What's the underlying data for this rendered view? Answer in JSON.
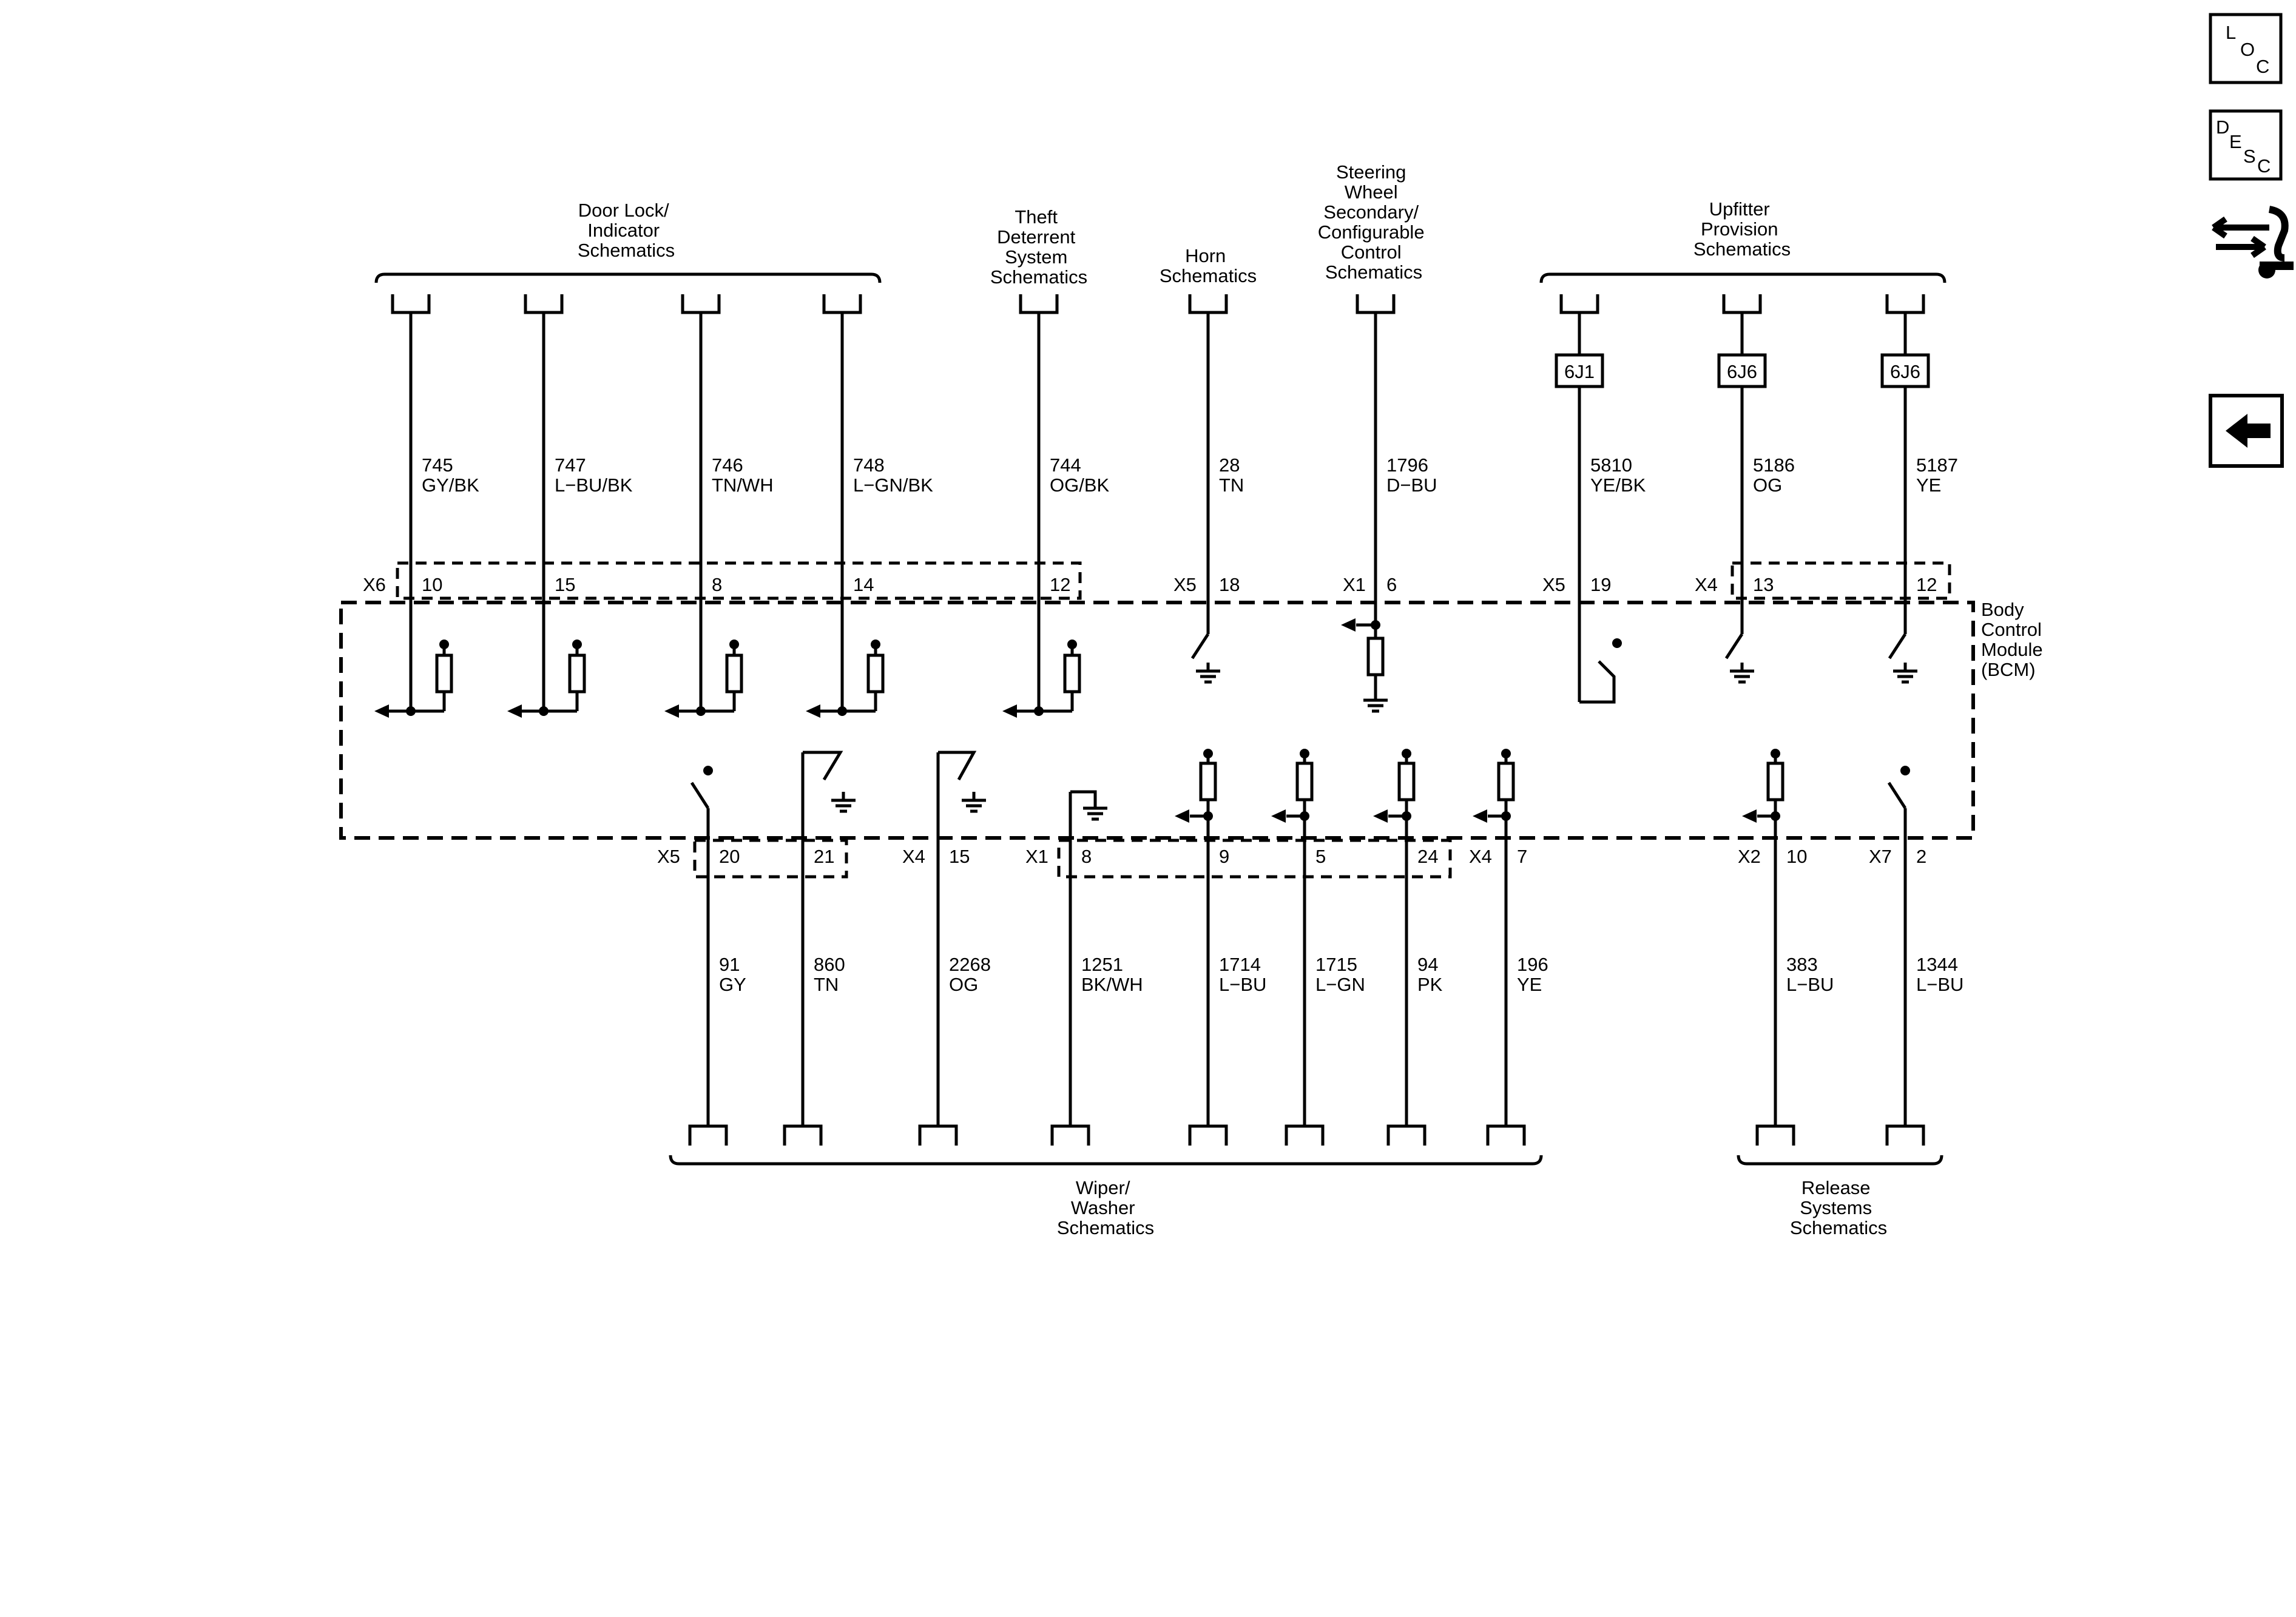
{
  "colors": {
    "line": "#000000",
    "background": "#ffffff"
  },
  "nav": {
    "loc": [
      "L",
      "O",
      "C"
    ],
    "desc": [
      "D",
      "E",
      "S",
      "C"
    ],
    "connector_icon": "connector-wrench-icon",
    "back_icon": "back-arrow-icon"
  },
  "top_groups": [
    {
      "lines": [
        "Door Lock/",
        "Indicator",
        "Schematics"
      ]
    },
    {
      "lines": [
        "Theft",
        "Deterrent",
        "System",
        "Schematics"
      ]
    },
    {
      "lines": [
        "Horn",
        "Schematics"
      ]
    },
    {
      "lines": [
        "Steering",
        "Wheel",
        "Secondary/",
        "Configurable",
        "Control",
        "Schematics"
      ]
    },
    {
      "lines": [
        "Upfitter",
        "Provision",
        "Schematics"
      ]
    }
  ],
  "bottom_groups": [
    {
      "lines": [
        "Wiper/",
        "Washer",
        "Schematics"
      ]
    },
    {
      "lines": [
        "Release",
        "Systems",
        "Schematics"
      ]
    }
  ],
  "module": {
    "lines": [
      "Body",
      "Control",
      "Module",
      "(BCM)"
    ]
  },
  "top_connectors": {
    "c1": "X6",
    "c2": "X5",
    "c3": "X1",
    "c4": "X5",
    "c5": "X4"
  },
  "bottom_connectors": {
    "c1": "X5",
    "c2": "X4",
    "c3": "X1",
    "c4": "X4",
    "c5": "X2",
    "c6": "X7"
  },
  "top_circuits": [
    {
      "pin": "10",
      "circuit": "745",
      "color": "GY/BK"
    },
    {
      "pin": "15",
      "circuit": "747",
      "color": "L-BU/BK"
    },
    {
      "pin": "8",
      "circuit": "746",
      "color": "TN/WH"
    },
    {
      "pin": "14",
      "circuit": "748",
      "color": "L-GN/BK"
    },
    {
      "pin": "12",
      "circuit": "744",
      "color": "OG/BK"
    },
    {
      "pin": "18",
      "circuit": "28",
      "color": "TN"
    },
    {
      "pin": "6",
      "circuit": "1796",
      "color": "D-BU"
    },
    {
      "pin": "19",
      "circuit": "5810",
      "color": "YE/BK",
      "box": "6J1"
    },
    {
      "pin": "13",
      "circuit": "5186",
      "color": "OG",
      "box": "6J6"
    },
    {
      "pin": "12",
      "circuit": "5187",
      "color": "YE",
      "box": "6J6"
    }
  ],
  "bottom_circuits": [
    {
      "pin": "20",
      "circuit": "91",
      "color": "GY"
    },
    {
      "pin": "21",
      "circuit": "860",
      "color": "TN"
    },
    {
      "pin": "15",
      "circuit": "2268",
      "color": "OG"
    },
    {
      "pin": "8",
      "circuit": "1251",
      "color": "BK/WH"
    },
    {
      "pin": "9",
      "circuit": "1714",
      "color": "L-BU"
    },
    {
      "pin": "5",
      "circuit": "1715",
      "color": "L-GN"
    },
    {
      "pin": "24",
      "circuit": "94",
      "color": "PK"
    },
    {
      "pin": "7",
      "circuit": "196",
      "color": "YE"
    },
    {
      "pin": "10",
      "circuit": "383",
      "color": "L-BU"
    },
    {
      "pin": "2",
      "circuit": "1344",
      "color": "L-BU"
    }
  ]
}
